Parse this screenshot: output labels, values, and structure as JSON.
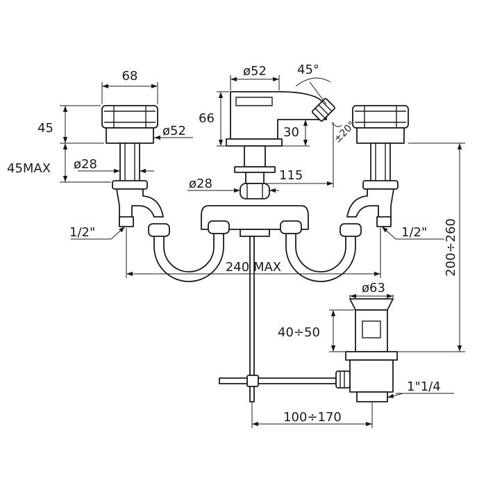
{
  "diagram": {
    "labels": {
      "width_68": "68",
      "height_45": "45",
      "diam_52_left": "ø52",
      "max_45": "45MAX",
      "diam_28_left": "ø28",
      "thread_left": "1/2\"",
      "diam_52_spout": "ø52",
      "angle_45": "45°",
      "height_66": "66",
      "height_30": "30",
      "angle_20": "±20°",
      "diam_28_center": "ø28",
      "length_115": "115",
      "thread_right": "1/2\"",
      "height_200_260": "200÷260",
      "width_240": "240 MAX",
      "diam_63": "ø63",
      "height_40_50": "40÷50",
      "thread_waste": "1\"1/4",
      "range_100_170": "100÷170"
    }
  }
}
